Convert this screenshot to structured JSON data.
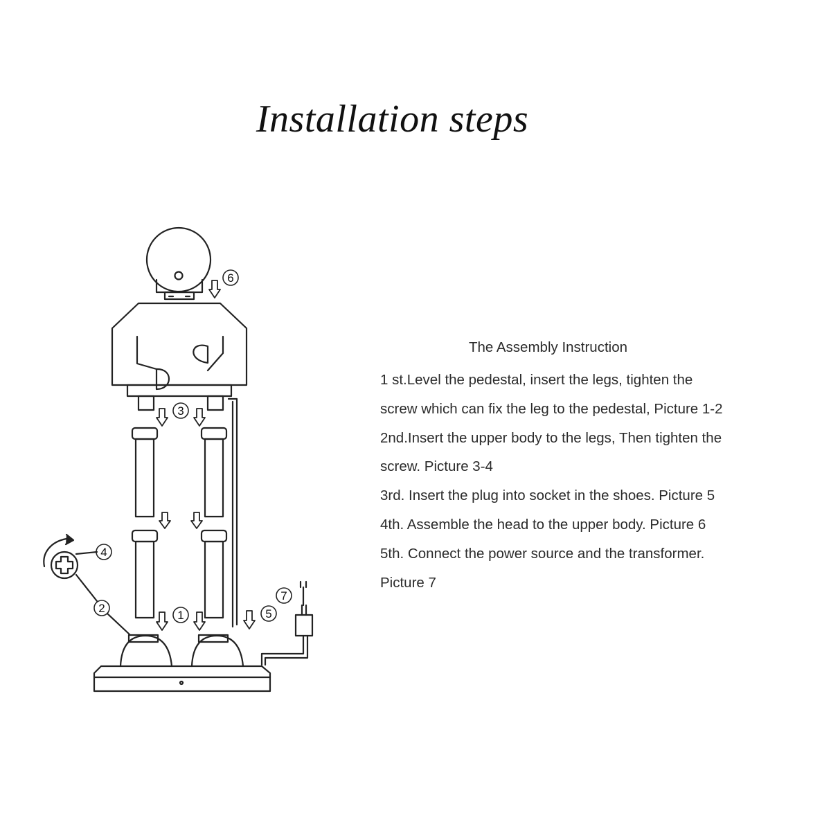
{
  "title": "Installation steps",
  "instructions": {
    "heading": "The Assembly Instruction",
    "lines": [
      "1 st.Level the pedestal, insert the legs, tighten the",
      "screw which can fix the leg to the pedestal, Picture 1-2",
      "2nd.Insert the upper body to the legs,  Then tighten the",
      "screw. Picture 3-4",
      "3rd. Insert the plug into socket in the shoes. Picture 5",
      "4th. Assemble the head to the upper body. Picture 6",
      "5th. Connect the power source and the transformer.",
      "Picture 7"
    ]
  },
  "step_markers": [
    "1",
    "2",
    "3",
    "4",
    "5",
    "6",
    "7"
  ],
  "colors": {
    "ink": "#222222",
    "background": "#ffffff"
  }
}
